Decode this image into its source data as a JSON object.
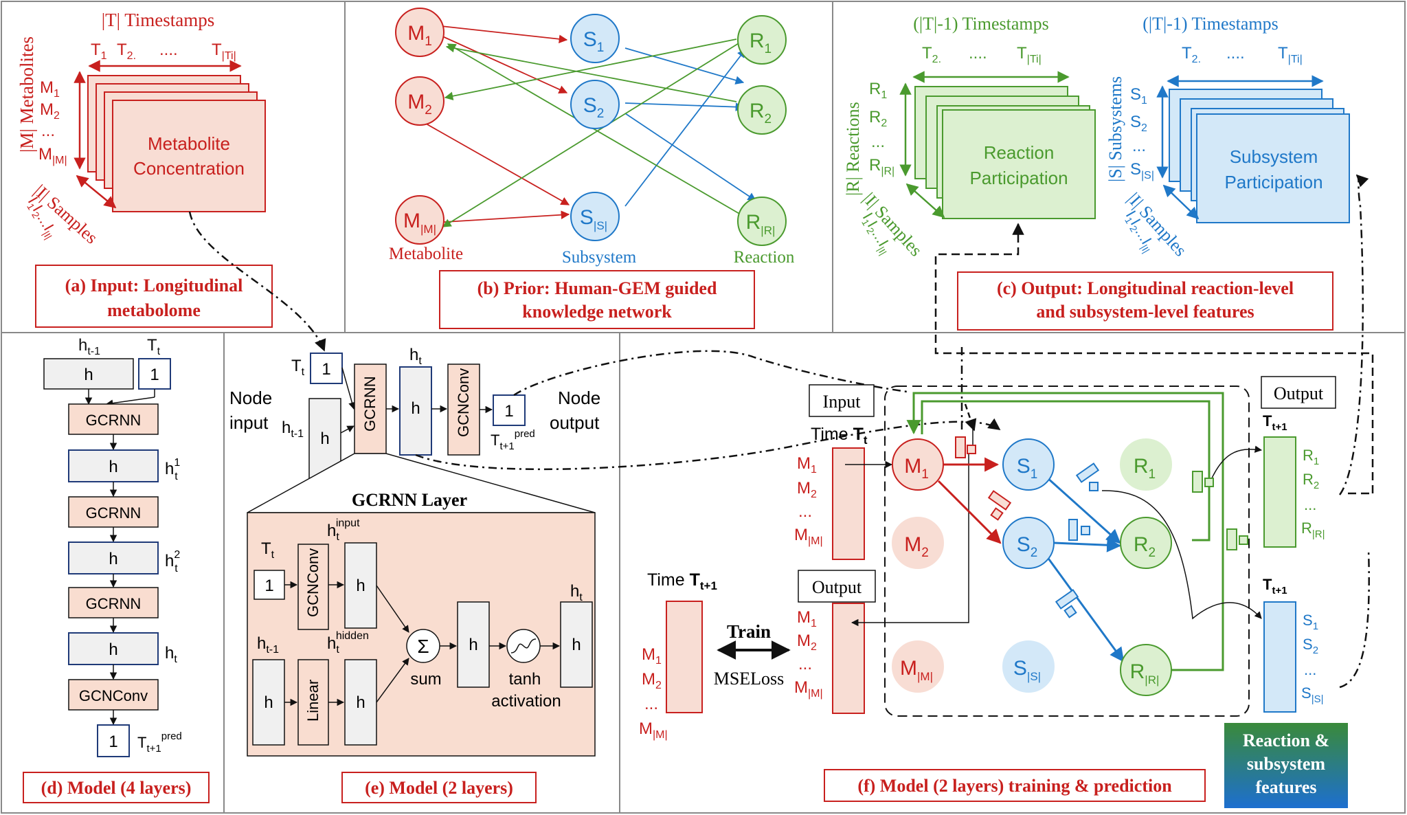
{
  "colors": {
    "red": "#c8201e",
    "red_fill": "#f8ddd4",
    "blue": "#1f78c8",
    "blue_fill": "#d3e8f8",
    "green": "#4a9a2e",
    "green_fill": "#dcf0d0",
    "box_fill": "#f0f0f0",
    "gcrnn_fill": "#f9ddd0",
    "dark_blue": "#1f3a78"
  },
  "panel_a": {
    "caption_1": "(a) Input: Longitudinal",
    "caption_2": "metabolome",
    "timestamps_title": "|T| Timestamps",
    "t1": "T",
    "t1_sub": "1",
    "t2": "T",
    "t2_sub": "2.",
    "dots": "....",
    "tT": "T",
    "tT_sub": "|Ti|",
    "metabolites_axis": "|M| Metabolites",
    "m1": "M",
    "m1_sub": "1",
    "m2": "M",
    "m2_sub": "2",
    "mdots": "...",
    "mM": "M",
    "mM_sub": "|M|",
    "samples_axis": "|I| Samples",
    "samples_list": "I",
    "samples_list_sub": "1",
    "samples_list_2": "I",
    "samples_list_2_sub": "2",
    "samples_list_3": "...I",
    "samples_list_3_sub": "|I|",
    "box_line1": "Metabolite",
    "box_line2": "Concentration"
  },
  "panel_b": {
    "caption_1": "(b) Prior: Human-GEM guided",
    "caption_2": "knowledge network",
    "m_nodes": [
      {
        "l": "M",
        "s": "1"
      },
      {
        "l": "M",
        "s": "2"
      },
      {
        "l": "M",
        "s": "|M|"
      }
    ],
    "s_nodes": [
      {
        "l": "S",
        "s": "1"
      },
      {
        "l": "S",
        "s": "2"
      },
      {
        "l": "S",
        "s": "|S|"
      }
    ],
    "r_nodes": [
      {
        "l": "R",
        "s": "1"
      },
      {
        "l": "R",
        "s": "2"
      },
      {
        "l": "R",
        "s": "|R|"
      }
    ],
    "label_metabolite": "Metabolite",
    "label_subsystem": "Subsystem",
    "label_reaction": "Reaction"
  },
  "panel_c": {
    "caption_1": "(c) Output: Longitudinal reaction-level",
    "caption_2": "and subsystem-level features",
    "r_timestamps": "(|T|-1) Timestamps",
    "s_timestamps": "(|T|-1) Timestamps",
    "t2": "T",
    "t2_sub": "2.",
    "dots": "....",
    "tT": "T",
    "tT_sub": "|Ti|",
    "reactions_axis": "|R| Reactions",
    "subsystems_axis": "|S| Subsystems",
    "r1": "R",
    "r1_sub": "1",
    "r2": "R",
    "r2_sub": "2",
    "rdots": "...",
    "rR": "R",
    "rR_sub": "|R|",
    "s1": "S",
    "s1_sub": "1",
    "s2": "S",
    "s2_sub": "2",
    "sdots": "...",
    "sS": "S",
    "sS_sub": "|S|",
    "samples_axis": "|I| Samples",
    "samples_list": "I",
    "samples_list_sub": "1",
    "samples_list_2": "I",
    "samples_list_2_sub": "2",
    "samples_list_3": "...I",
    "samples_list_3_sub": "|I|",
    "r_box_1": "Reaction",
    "r_box_2": "Participation",
    "s_box_1": "Subsystem",
    "s_box_2": "Participation"
  },
  "panel_d": {
    "caption": "(d) Model (4 layers)",
    "h_prev": "h",
    "h_prev_sub": "t-1",
    "t_in": "T",
    "t_in_sub": "t",
    "h": "h",
    "one": "1",
    "gcrnn": "GCRNN",
    "gcnconv": "GCNConv",
    "h1": "h",
    "h1_sup": "1",
    "h1_sub": "t",
    "h2": "h",
    "h2_sup": "2",
    "h2_sub": "t",
    "ht": "h",
    "ht_sub": "t",
    "tpred": "T",
    "tpred_sub": "t+1",
    "tpred_sup": "pred"
  },
  "panel_e": {
    "caption": "(e) Model (2 layers)",
    "tt": "T",
    "tt_sub": "t",
    "one": "1",
    "node_input_1": "Node",
    "node_input_2": "input",
    "node_output_1": "Node",
    "node_output_2": "output",
    "h": "h",
    "hprev": "h",
    "hprev_sub": "t-1",
    "ht": "h",
    "ht_sub": "t",
    "gcrnn": "GCRNN",
    "gcnconv": "GCNConv",
    "linear": "Linear",
    "tpred": "T",
    "tpred_sub": "t+1",
    "tpred_sup": "pred",
    "layer_title": "GCRNN Layer",
    "ht_input": "h",
    "ht_input_sub": "t",
    "ht_input_sup": "input",
    "ht_hidden": "h",
    "ht_hidden_sub": "t",
    "ht_hidden_sup": "hidden",
    "sum_symbol": "Σ",
    "sum_label": "sum",
    "tanh_label_1": "tanh",
    "tanh_label_2": "activation"
  },
  "panel_f": {
    "caption": "(f) Model (2 layers) training & prediction",
    "input_label": "Input",
    "output_label": "Output",
    "output_label_right": "Output",
    "time_t": "Time ",
    "time_t_bold": "T",
    "time_t_sub": "t",
    "time_t1": "Time ",
    "time_t1_bold": "T",
    "time_t1_sub": "t+1",
    "m_list": [
      {
        "l": "M",
        "s": "1"
      },
      {
        "l": "M",
        "s": "2"
      },
      {
        "l": "...",
        "s": ""
      },
      {
        "l": "M",
        "s": "|M|"
      }
    ],
    "train": "Train",
    "mseloss": "MSELoss",
    "t_next": "T",
    "t_next_sub": "t+1",
    "r_list": [
      {
        "l": "R",
        "s": "1"
      },
      {
        "l": "R",
        "s": "2"
      },
      {
        "l": "...",
        "s": ""
      },
      {
        "l": "R",
        "s": "|R|"
      }
    ],
    "s_list": [
      {
        "l": "S",
        "s": "1"
      },
      {
        "l": "S",
        "s": "2"
      },
      {
        "l": "...",
        "s": ""
      },
      {
        "l": "S",
        "s": "|S|"
      }
    ],
    "features_1": "Reaction &",
    "features_2": "subsystem",
    "features_3": "features"
  }
}
